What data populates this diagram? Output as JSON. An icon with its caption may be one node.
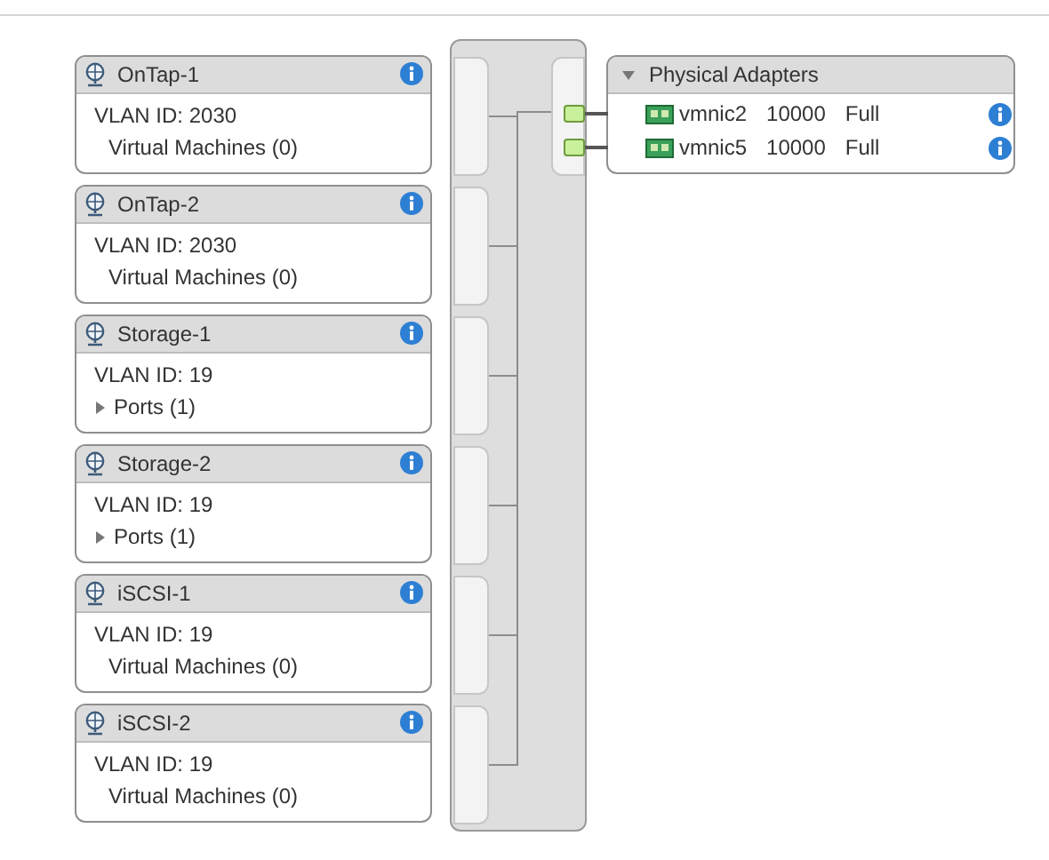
{
  "diagram": {
    "nodes": [
      {
        "text": [
          "OnTap-1",
          "VLAN ID: 2030",
          "Virtual Machines (0)"
        ]
      },
      {
        "text": [
          "OnTap-2",
          "VLAN ID: 2030",
          "Virtual Machines (0)"
        ]
      },
      {
        "text": [
          "Storage-1",
          "VLAN ID: 19",
          "Ports (1)"
        ]
      },
      {
        "text": [
          "Storage-2",
          "VLAN ID: 19",
          "Ports (1)"
        ]
      },
      {
        "text": [
          "iSCSI-1",
          "VLAN ID: 19",
          "Virtual Machines (0)"
        ]
      },
      {
        "text": [
          "iSCSI-2",
          "VLAN ID: 19",
          "Virtual Machines (0)"
        ]
      },
      {
        "text": [],
        "shape": "box"
      },
      {
        "text": [],
        "shape": "box",
        "in": 6
      },
      {
        "text": [],
        "shape": "box",
        "in": 6
      },
      {
        "text": [],
        "shape": "box",
        "in": 6
      },
      {
        "text": [],
        "shape": "box",
        "in": 6
      },
      {
        "text": [],
        "shape": "box",
        "in": 6
      },
      {
        "text": [],
        "shape": "box",
        "in": 6
      },
      {
        "text": [],
        "shape": "box",
        "in": 6
      },
      {
        "text": [],
        "shape": "box",
        "in": 13
      },
      {
        "text": [],
        "shape": "box",
        "in": 13
      },
      {
        "text": [
          "Physical Adapters"
        ]
      },
      {
        "text": [
          "vmnic2",
          "10000",
          "Full"
        ],
        "in": 16
      },
      {
        "text": [
          "vmnic5",
          "10000",
          "Full"
        ],
        "in": 16
      }
    ],
    "edges": [
      {
        "from": 7,
        "to": 13,
        "arrow": "none"
      },
      {
        "from": 8,
        "to": 13,
        "arrow": "none"
      },
      {
        "from": 9,
        "to": 13,
        "arrow": "none"
      },
      {
        "from": 10,
        "to": 13,
        "arrow": "none"
      },
      {
        "from": 11,
        "to": 13,
        "arrow": "none"
      },
      {
        "from": 12,
        "to": 13,
        "arrow": "none"
      },
      {
        "from": 14,
        "to": 16,
        "arrow": "none"
      },
      {
        "from": 15,
        "to": 16,
        "arrow": "none"
      }
    ]
  }
}
